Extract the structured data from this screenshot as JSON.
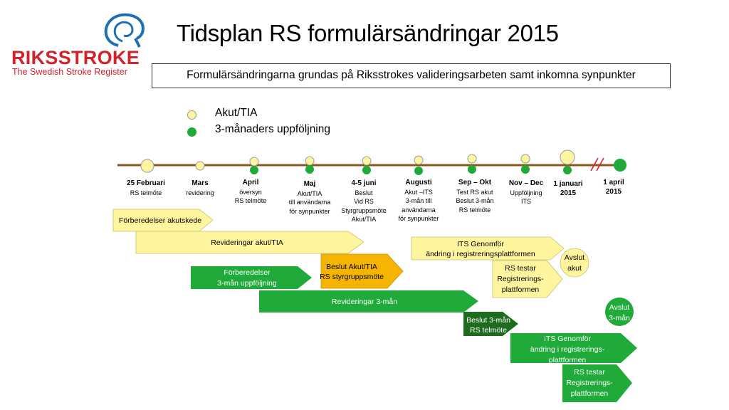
{
  "title": "Tidsplan RS formulärsändringar 2015",
  "subtitle": "Formulärsändringarna grundas på Riksstrokes valideringsarbeten samt inkomna synpunkter",
  "logo": {
    "name": "RIKSSTROKE",
    "tagline": "The Swedish Stroke Register"
  },
  "colors": {
    "acute": "#fff59e",
    "followup": "#1faa3a",
    "darkgreen": "#1e6b1e",
    "orange": "#f5b400",
    "timeline": "#8a5a1c",
    "brand": "#d2232a"
  },
  "legend": [
    {
      "label": "Akut/TIA",
      "color": "#fff59e"
    },
    {
      "label": "3-månaders uppföljning",
      "color": "#1faa3a"
    }
  ],
  "timeline": [
    {
      "date": "25 Februari",
      "desc": [
        "RS telmöte"
      ]
    },
    {
      "date": "Mars",
      "desc": [
        "revidering"
      ]
    },
    {
      "date": "April",
      "desc": [
        "översyn",
        "RS telmöte"
      ]
    },
    {
      "date": "Maj",
      "desc": [
        "Akut/TIA",
        "till användarna",
        "för synpunkter"
      ]
    },
    {
      "date": "4-5 juni",
      "desc": [
        "Beslut",
        "Vid RS",
        "Styrgruppsmöte",
        "Akut/TIA"
      ]
    },
    {
      "date": "Augusti",
      "desc": [
        "Akut –ITS",
        "3-mån till",
        "användarna",
        "för synpunkter"
      ]
    },
    {
      "date": "Sep – Okt",
      "desc": [
        "Test RS akut",
        "Beslut 3-mån",
        "RS telmöte"
      ]
    },
    {
      "date": "Nov – Dec",
      "desc": [
        "Uppföljning",
        "ITS"
      ]
    },
    {
      "date": "1 januari 2015",
      "desc": []
    },
    {
      "date": "1 april 2015",
      "desc": []
    }
  ],
  "arrows": [
    {
      "lines": [
        "Förberedelser akutskede"
      ],
      "kind": "acute"
    },
    {
      "lines": [
        "Revideringar akut/TIA"
      ],
      "kind": "acute"
    },
    {
      "lines": [
        "ITS Genomför",
        "ändring i registreringsplattformen"
      ],
      "kind": "acute"
    },
    {
      "lines": [
        "Beslut Akut/TIA",
        "RS styrgruppsmöte"
      ],
      "kind": "orange"
    },
    {
      "lines": [
        "RS testar",
        "Registrerings-",
        "plattformen"
      ],
      "kind": "acute"
    },
    {
      "lines": [
        "Förberedelser",
        "3-mån uppföljning"
      ],
      "kind": "followup"
    },
    {
      "lines": [
        "Revideringar 3-mån"
      ],
      "kind": "followup"
    },
    {
      "lines": [
        "Beslut 3-mån",
        "RS telmöte"
      ],
      "kind": "darkgreen"
    },
    {
      "lines": [
        "ITS Genomför",
        "ändring i registrerings-",
        "plattformen"
      ],
      "kind": "followup"
    },
    {
      "lines": [
        "RS testar",
        "Registrerings-",
        "plattformen"
      ],
      "kind": "followup"
    }
  ],
  "milestones": [
    {
      "lines": [
        "Avslut",
        "akut"
      ],
      "kind": "acute"
    },
    {
      "lines": [
        "Avslut",
        "3-mån"
      ],
      "kind": "followup"
    }
  ]
}
